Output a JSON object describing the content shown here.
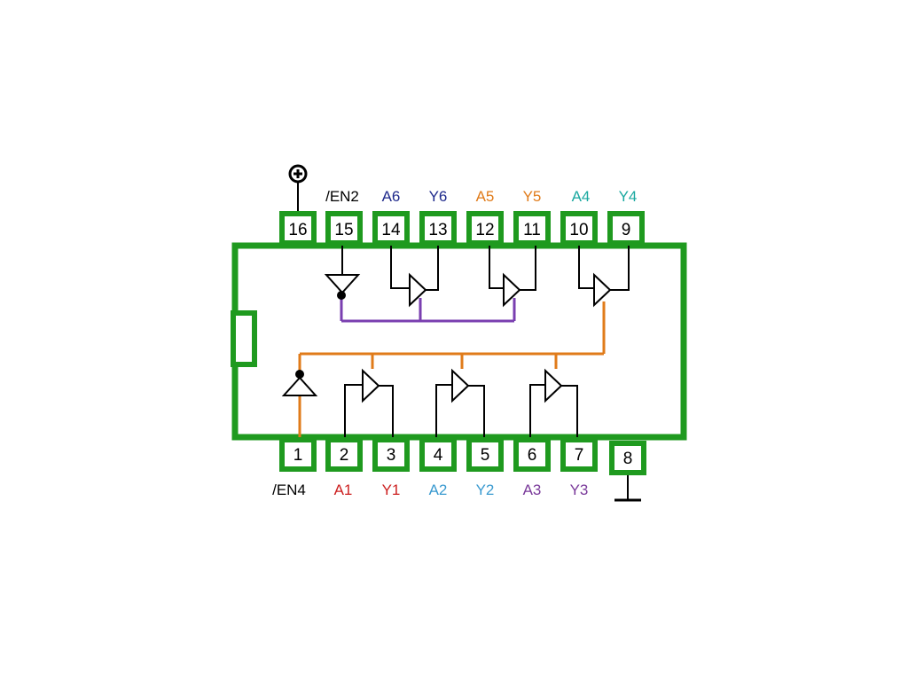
{
  "chip": {
    "body_color": "#1f9a1f",
    "top_pins": [
      {
        "number": "16",
        "label": "",
        "label_color": "#000000"
      },
      {
        "number": "15",
        "label": "/EN2",
        "label_color": "#000000"
      },
      {
        "number": "14",
        "label": "A6",
        "label_color": "#1f2a8c"
      },
      {
        "number": "13",
        "label": "Y6",
        "label_color": "#1f2a8c"
      },
      {
        "number": "12",
        "label": "A5",
        "label_color": "#e07b1a"
      },
      {
        "number": "11",
        "label": "Y5",
        "label_color": "#e07b1a"
      },
      {
        "number": "10",
        "label": "A4",
        "label_color": "#1aa8a0"
      },
      {
        "number": "9",
        "label": "Y4",
        "label_color": "#1aa8a0"
      }
    ],
    "bottom_pins": [
      {
        "number": "1",
        "label": "/EN4",
        "label_color": "#000000"
      },
      {
        "number": "2",
        "label": "A1",
        "label_color": "#cc1f1f"
      },
      {
        "number": "3",
        "label": "Y1",
        "label_color": "#cc1f1f"
      },
      {
        "number": "4",
        "label": "A2",
        "label_color": "#3a9ad0"
      },
      {
        "number": "5",
        "label": "Y2",
        "label_color": "#3a9ad0"
      },
      {
        "number": "6",
        "label": "A3",
        "label_color": "#7a3a9a"
      },
      {
        "number": "7",
        "label": "Y3",
        "label_color": "#7a3a9a"
      },
      {
        "number": "8",
        "label": "",
        "label_color": "#000000"
      }
    ],
    "power_symbol": "vcc-plus-icon",
    "ground_symbol": "ground-icon",
    "enable_bus_colors": {
      "en2": "#7a3fb0",
      "en4": "#e07b1a"
    }
  }
}
